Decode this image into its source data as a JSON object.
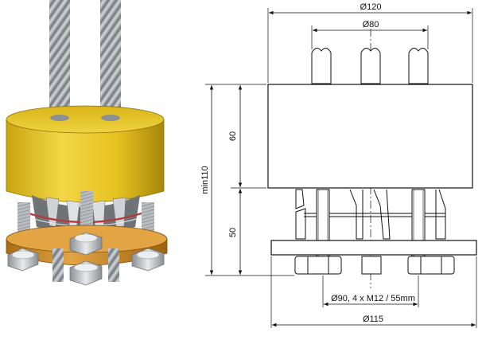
{
  "dimensions": {
    "d120": "Ø120",
    "d80": "Ø80",
    "h60": "60",
    "min110": "min110",
    "h50": "50",
    "d90": "Ø90, 4 x M12 / 55mm",
    "d115": "Ø115"
  },
  "colors": {
    "ring_yellow": "#e8c425",
    "ring_yellow_dark": "#b8950f",
    "plate_orange": "#d6952a",
    "plate_orange_dark": "#a86a12",
    "strand_grey": "#a9aeb3",
    "bolt_grey": "#c9ccd0",
    "drawing_line": "#111111"
  }
}
